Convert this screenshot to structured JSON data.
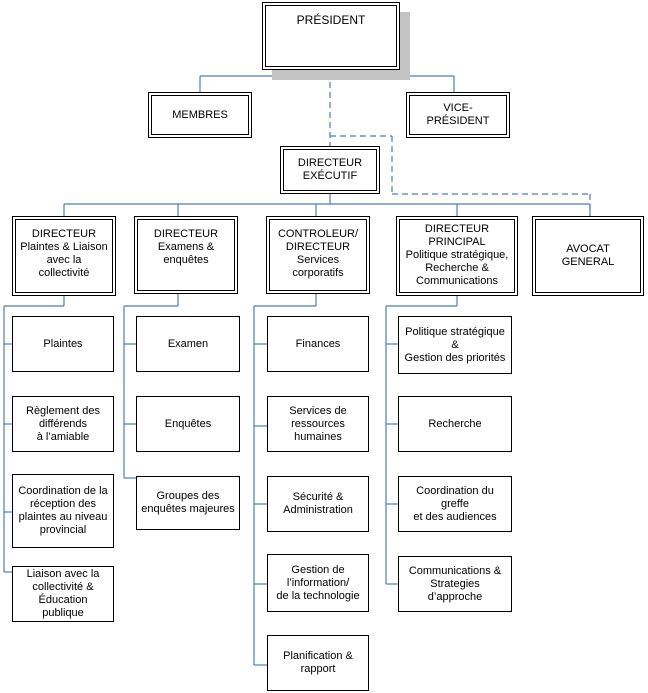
{
  "president": "PRÉSIDENT",
  "membres": "MEMBRES",
  "vice_president": "VICE-PRÉSIDENT",
  "directeur_executif": "DIRECTEUR\nEXÉCUTIF",
  "directors": [
    "DIRECTEUR\nPlaintes & Liaison\navec la collectivité",
    "DIRECTEUR\nExamens &\nenquêtes",
    "CONTROLEUR/\nDIRECTEUR\nServices corporatifs",
    "DIRECTEUR\nPRINCIPAL\nPolitique stratégique,\nRecherche &\nCommunications",
    "AVOCAT\nGENERAL"
  ],
  "col1": [
    "Plaintes",
    "Règlement des\ndifférends\nà l’amiable",
    "Coordination de la\nréception des\nplaintes au niveau\nprovincial",
    "Liaison avec la\ncollectivité &\nÉducation publique"
  ],
  "col2": [
    "Examen",
    "Enquêtes",
    "Groupes des\nenquêtes majeures"
  ],
  "col3": [
    "Finances",
    "Services de\nressources\nhumaines",
    "Sécurité &\nAdministration",
    "Gestion de\nl’information/\nde la technologie",
    "Planification &\nrapport"
  ],
  "col4": [
    "Politique stratégique &\nGestion des priorités",
    "Recherche",
    "Coordination du greffe\net des audiences",
    "Communications &\nStrategies d’approche"
  ],
  "colors": {
    "connector": "#4a7ebb",
    "shadow": "#c4c4c4",
    "border": "#000000"
  }
}
